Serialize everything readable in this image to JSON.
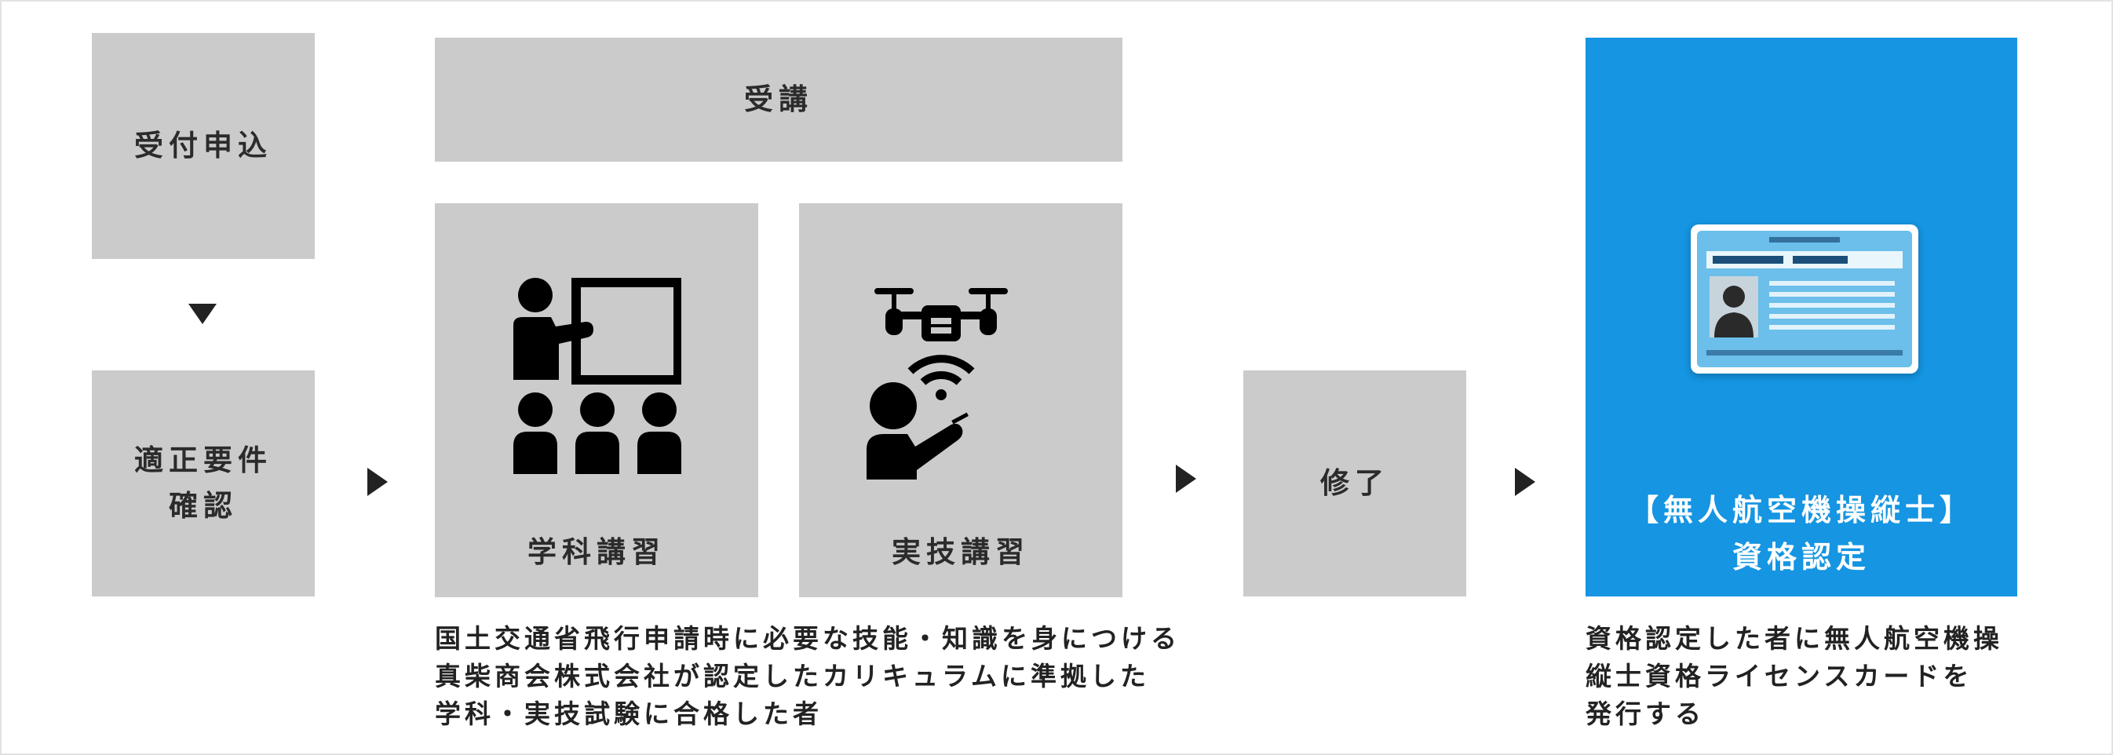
{
  "boxes": {
    "application": "受付申込",
    "eligibility": "適正要件\n確認",
    "attendance": "受講",
    "academic": "学科講習",
    "practical": "実技講習",
    "completion": "修了",
    "certification": "【無人航空機操縦士】\n資格認定"
  },
  "descriptions": {
    "course_lines": [
      "国土交通省飛行申請時に必要な技能・知識を身につける",
      "真柴商会株式会社が認定したカリキュラムに準拠した",
      "学科・実技試験に合格した者"
    ],
    "cert_lines": [
      "資格認定した者に無人航空機操",
      "縦士資格ライセンスカードを",
      "発行する"
    ]
  },
  "colors": {
    "box_gray": "#cbcbcb",
    "cert_blue": "#1595e2",
    "arrow": "#222222"
  },
  "icons": {
    "academic": "lecture-icon",
    "practical": "drone-pilot-icon",
    "certificate": "license-card-icon"
  }
}
